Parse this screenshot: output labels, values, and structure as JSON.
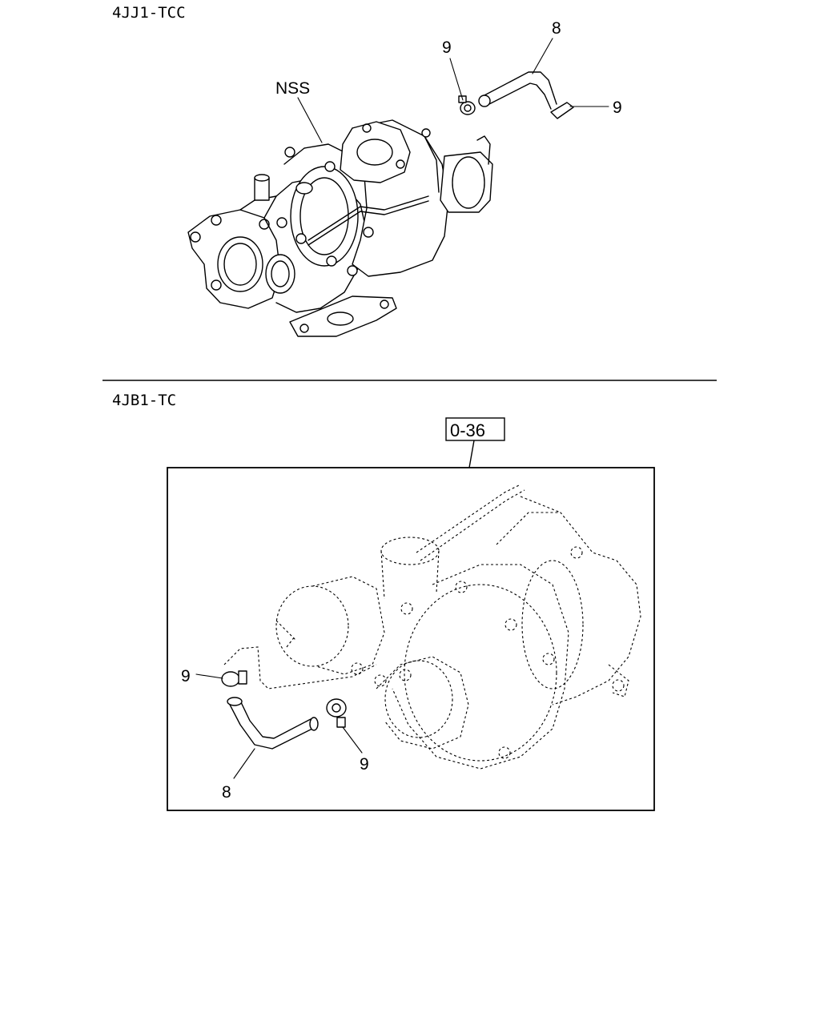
{
  "sections": {
    "top": {
      "title": "4JJ1-TCC",
      "callouts": {
        "nss": "NSS",
        "pipe": "8",
        "clamp_upper": "9",
        "clamp_right": "9"
      }
    },
    "bottom": {
      "title": "4JB1-TC",
      "ref_box": "0-36",
      "callouts": {
        "clamp_left": "9",
        "pipe": "8",
        "clamp_lower": "9"
      }
    }
  }
}
